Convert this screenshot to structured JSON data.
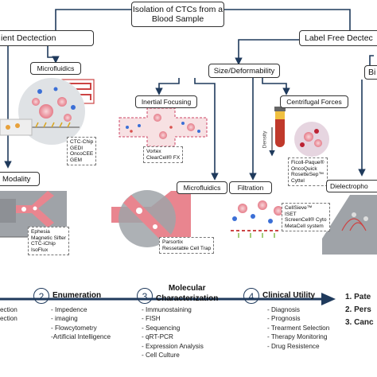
{
  "top": {
    "title": "Isolation of CTCs from a Blood Sample",
    "left_branch": "ient Dectection",
    "right_branch": "Label Free Dectec",
    "far_right": "Bi"
  },
  "left": {
    "microfluidics": "Microfluidics",
    "chip_labels": [
      "CTC-Chip",
      "GEDI",
      "OncoCEE",
      "GEM"
    ],
    "modality": "Modality",
    "modality_labels": [
      "Ephesia",
      "Magnetic Sifter",
      "CTC-iChip",
      "IsoFlux"
    ]
  },
  "size": {
    "title": "Size/Deformability",
    "inertial": "Inertial Focusing",
    "inertial_labels": [
      "Vortex",
      "ClearCell® FX"
    ],
    "centrifugal": "Centrifugal Forces",
    "density": "Density",
    "centrifugal_labels": [
      "Ficoll-Paque®",
      "OncoQuick",
      "RosetteSep™",
      "Cyttel"
    ],
    "microfluidics2": "Microfluidics",
    "parsortix_labels": [
      "Parsortix",
      "Ressetable Cell Trap"
    ],
    "filtration": "Filtration",
    "filtration_labels": [
      "CellSieve™",
      "ISET",
      "ScreenCell® Cyto",
      "MetaCell system"
    ],
    "dielectro": "Dielectropho"
  },
  "pipeline": {
    "step2_num": "2",
    "step2_title": "Enumeration",
    "step3_num": "3",
    "step3_title_line1": "Molecular",
    "step3_title_line2": "Characterization",
    "step4_num": "4",
    "step4_title": "Clinical Utility",
    "left_partial": [
      "ection",
      "ection"
    ],
    "enumeration": [
      "- Impedence",
      "- imaging",
      "- Flowcytometry",
      "-Artificial Intelligence"
    ],
    "molecular": [
      "- Immunostaining",
      "- FISH",
      "- Sequencing",
      "- qRT-PCR",
      "- Expression Analysis",
      "- Cell Culture"
    ],
    "clinical": [
      "- Diagnosis",
      "- Prognosis",
      "- Trearment Selection",
      "- Therapy Monitoring",
      "- Drug Resistence"
    ],
    "outcomes": [
      "1. Pate",
      "2. Pers",
      "3. Canc"
    ]
  },
  "colors": {
    "navy": "#1f3a5c",
    "pink": "#e9858f",
    "chip_red": "#d9534f",
    "gray_panel": "#9fa3a8",
    "blue_cell": "#3b6fd6"
  }
}
